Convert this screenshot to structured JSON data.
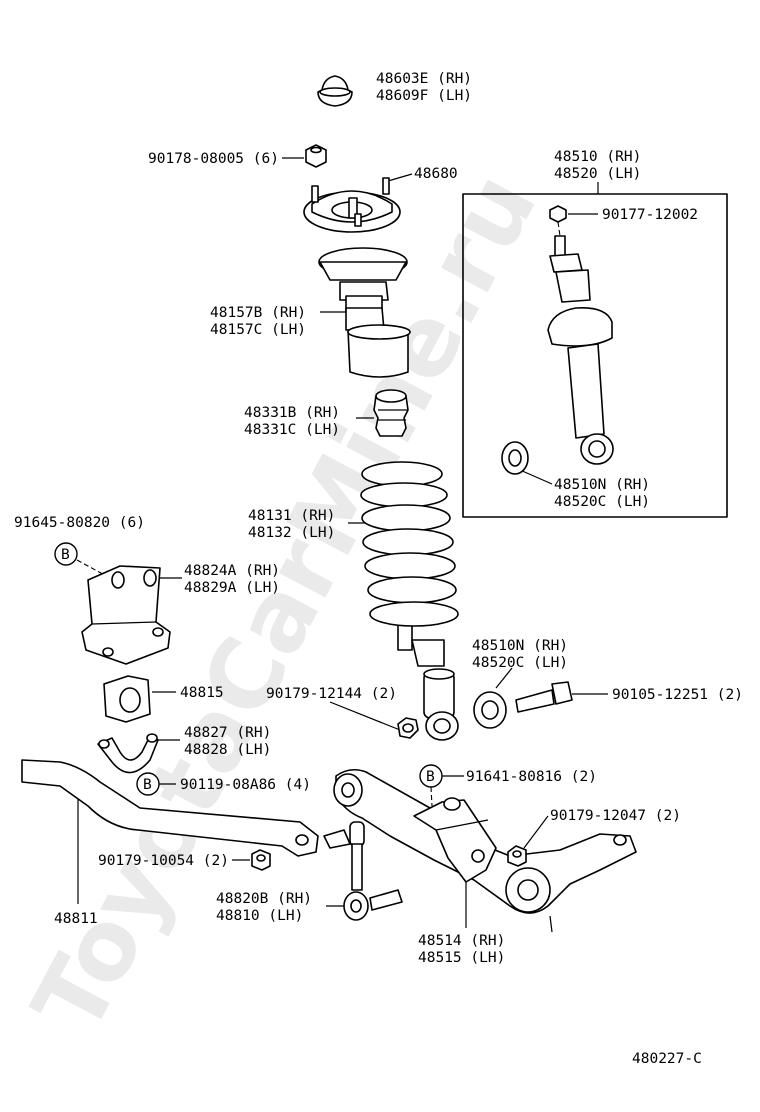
{
  "watermark": "ToyotaCarMine.ru",
  "diagram_code": "480227-C",
  "badge_letter": "B",
  "labels": {
    "upper_support_cap": [
      "48603E (RH)",
      "48609F (LH)"
    ],
    "nut_90178": "90178-08005 (6)",
    "upper_support": "48680",
    "boot": [
      "48157B (RH)",
      "48157C (LH)"
    ],
    "bumper": [
      "48331B (RH)",
      "48331C (LH)"
    ],
    "coil_spring": [
      "48131 (RH)",
      "48132 (LH)"
    ],
    "bracket_bolt": "91645-80820 (6)",
    "bracket": [
      "48824A (RH)",
      "48829A (LH)"
    ],
    "bushing": "48815",
    "bushing_bracket": [
      "48827 (RH)",
      "48828 (LH)"
    ],
    "bushing_bolt": "90119-08A86 (4)",
    "stabilizer_bar": "48811",
    "link_nut": "90179-10054 (2)",
    "link": [
      "48820B (RH)",
      "48810  (LH)"
    ],
    "shock_absorber": [
      "48510 (RH)",
      "48520 (LH)"
    ],
    "shock_nut": "90177-12002",
    "shock_bushing_inset": [
      "48510N (RH)",
      "48520C (LH)"
    ],
    "shock_bushing": [
      "48510N (RH)",
      "48520C (LH)"
    ],
    "lower_nut": "90179-12144 (2)",
    "lower_bolt": "90105-12251 (2)",
    "arm_bolt": "91641-80816 (2)",
    "arm_nut": "90179-12047 (2)",
    "lower_bracket": [
      "48514 (RH)",
      "48515 (LH)"
    ]
  }
}
